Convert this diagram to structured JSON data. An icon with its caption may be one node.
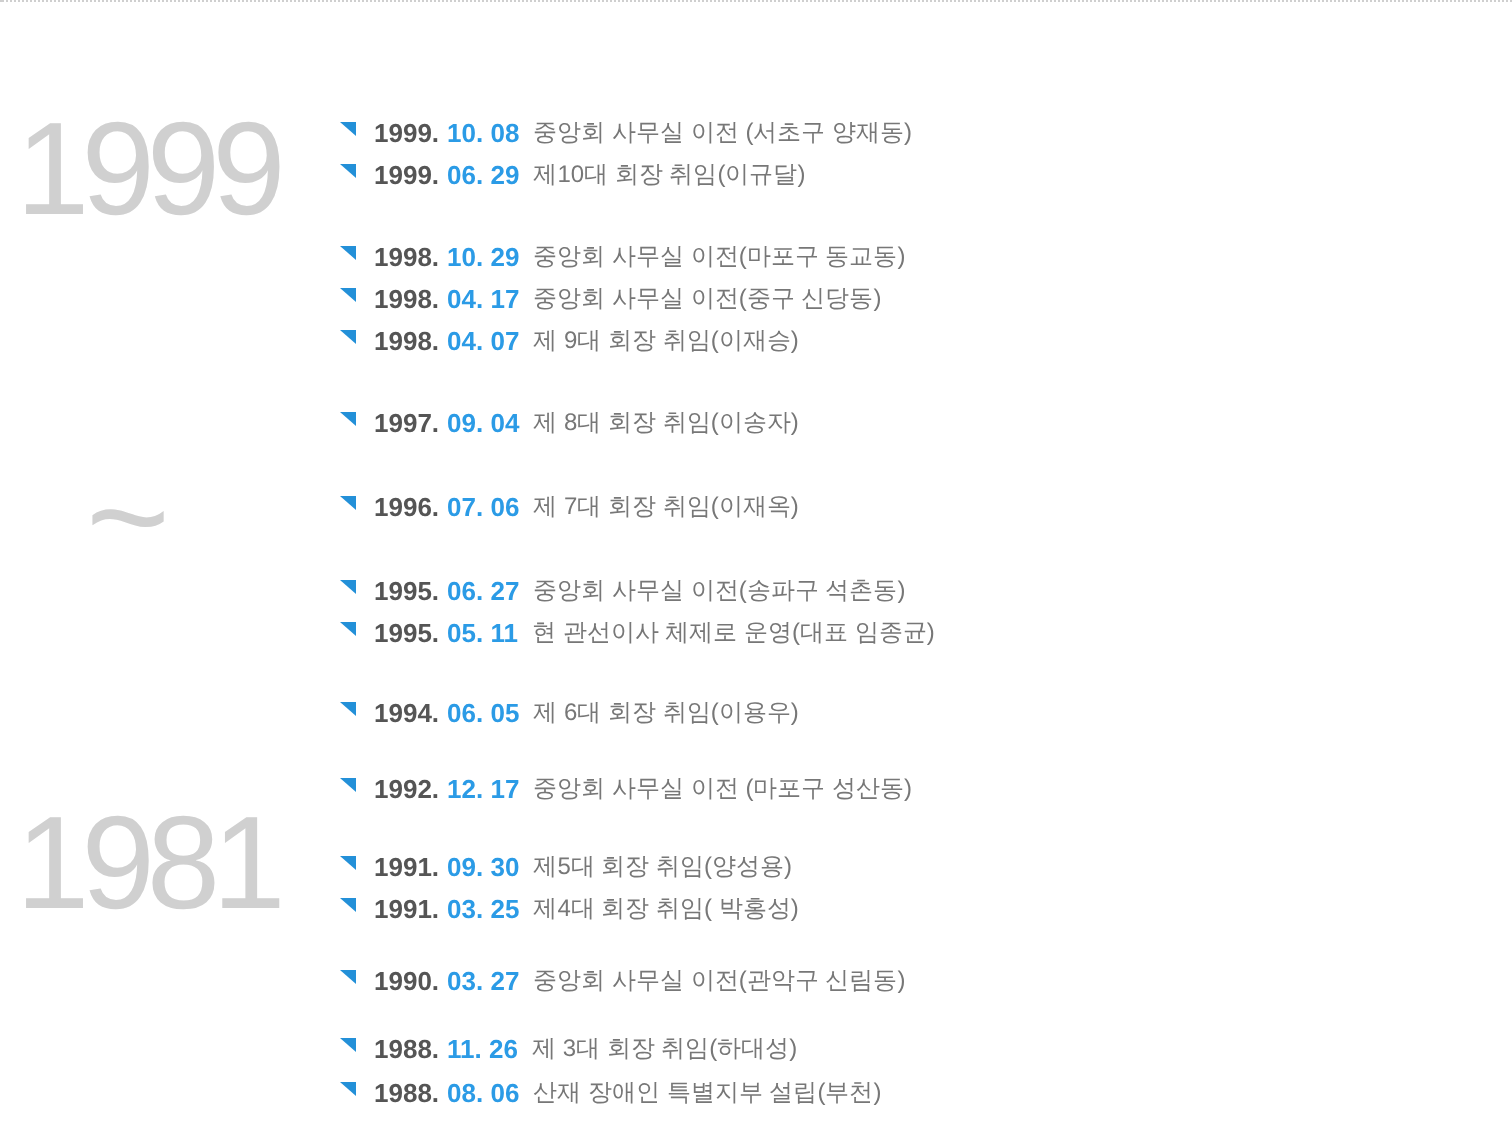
{
  "diagram": {
    "labels": [
      "1999",
      "~",
      "1981",
      "1999.",
      "10. 08",
      "중앙회 사무실 이전 (서초구 양재동)",
      "1999.",
      "06. 29",
      "제10대 회장 취임(이규달)",
      "1998.",
      "10. 29",
      "중앙회 사무실 이전(마포구 동교동)",
      "1998.",
      "04. 17",
      "중앙회 사무실 이전(중구 신당동)",
      "1998.",
      "04. 07",
      "제 9대 회장 취임(이재승)",
      "1997.",
      "09. 04",
      "제 8대 회장 취임(이송자)",
      "1996.",
      "07. 06",
      "제 7대 회장 취임(이재옥)",
      "1995.",
      "06. 27",
      "중앙회 사무실 이전(송파구 석촌동)",
      "1995.",
      "05. 11",
      "현 관선이사 체제로 운영(대표 임종균)",
      "1994.",
      "06. 05",
      "제 6대 회장 취임(이용우)",
      "1992.",
      "12. 17",
      "중앙회 사무실 이전 (마포구 성산동)",
      "1991.",
      "09. 30",
      "제5대 회장 취임(양성용)",
      "1991.",
      "03. 25",
      "제4대 회장 취임( 박홍성)",
      "1990.",
      "03. 27",
      "중앙회 사무실 이전(관악구 신림동)",
      "1988.",
      "11. 26",
      "제 3대 회장 취임(하대성)",
      "1988.",
      "08. 06",
      "산재 장애인 특별지부 설립(부천)"
    ]
  }
}
